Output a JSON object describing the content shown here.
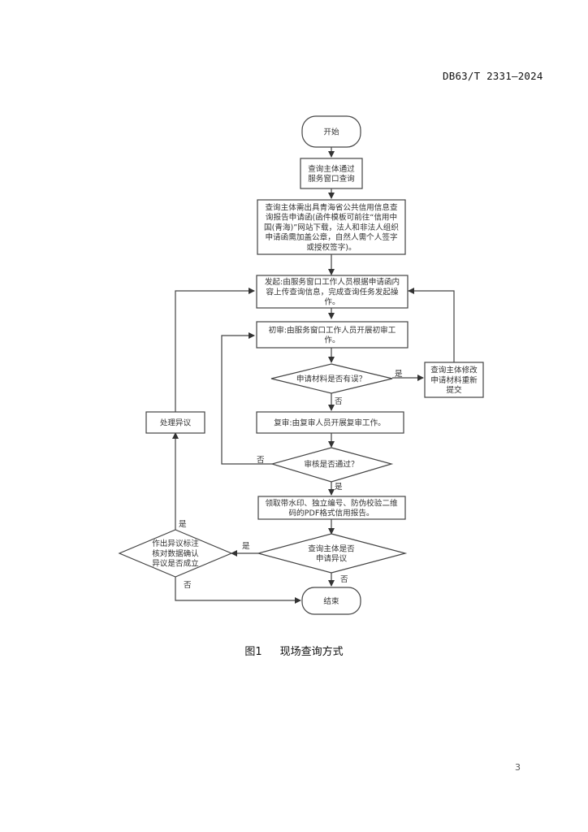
{
  "header": {
    "standard_code": "DB63/T 2331—2024"
  },
  "flowchart": {
    "nodes": {
      "start": {
        "type": "terminal",
        "lines": [
          "开始"
        ]
      },
      "query_via_window": {
        "type": "process",
        "lines": [
          "查询主体通过",
          "服务窗口查询"
        ]
      },
      "issue_letter": {
        "type": "process",
        "lines": [
          "查询主体需出具青海省公共信用信息查",
          "询报告申请函(函件模板可前往“信用中",
          "国(青海)”网站下载，法人和非法人组织",
          "申请函需加盖公章，自然人需个人签字",
          "或授权签字)。"
        ]
      },
      "initiate": {
        "type": "process",
        "lines": [
          "发起:由服务窗口工作人员根据申请函内",
          "容上传查询信息，完成查询任务发起操",
          "作。"
        ]
      },
      "first_review": {
        "type": "process",
        "lines": [
          "初审:由服务窗口工作人员开展初审工",
          "作。"
        ]
      },
      "material_error": {
        "type": "decision",
        "lines": [
          "申请材料是否有误？"
        ]
      },
      "resubmit": {
        "type": "process",
        "lines": [
          "查询主体修改",
          "申请材料重新",
          "提交"
        ]
      },
      "second_review": {
        "type": "process",
        "lines": [
          "复审:由复审人员开展复审工作。"
        ]
      },
      "review_passed": {
        "type": "decision",
        "lines": [
          "审核是否通过？"
        ]
      },
      "get_report": {
        "type": "process",
        "lines": [
          "领取带水印、独立编号、防伪校验二维",
          "码的PDF格式信用报告。"
        ]
      },
      "apply_objection": {
        "type": "decision",
        "lines": [
          "查询主体是否",
          "申请异议"
        ]
      },
      "verify_objection": {
        "type": "decision",
        "lines": [
          "作出异议标注",
          "核对数据确认",
          "异议是否成立"
        ]
      },
      "handle_objection": {
        "type": "process",
        "lines": [
          "处理异议"
        ]
      },
      "end": {
        "type": "terminal",
        "lines": [
          "结束"
        ]
      }
    },
    "edge_labels": {
      "yes": "是",
      "no": "否"
    }
  },
  "caption": {
    "figure_number": "图1",
    "title": "现场查询方式"
  },
  "page_number": "3"
}
